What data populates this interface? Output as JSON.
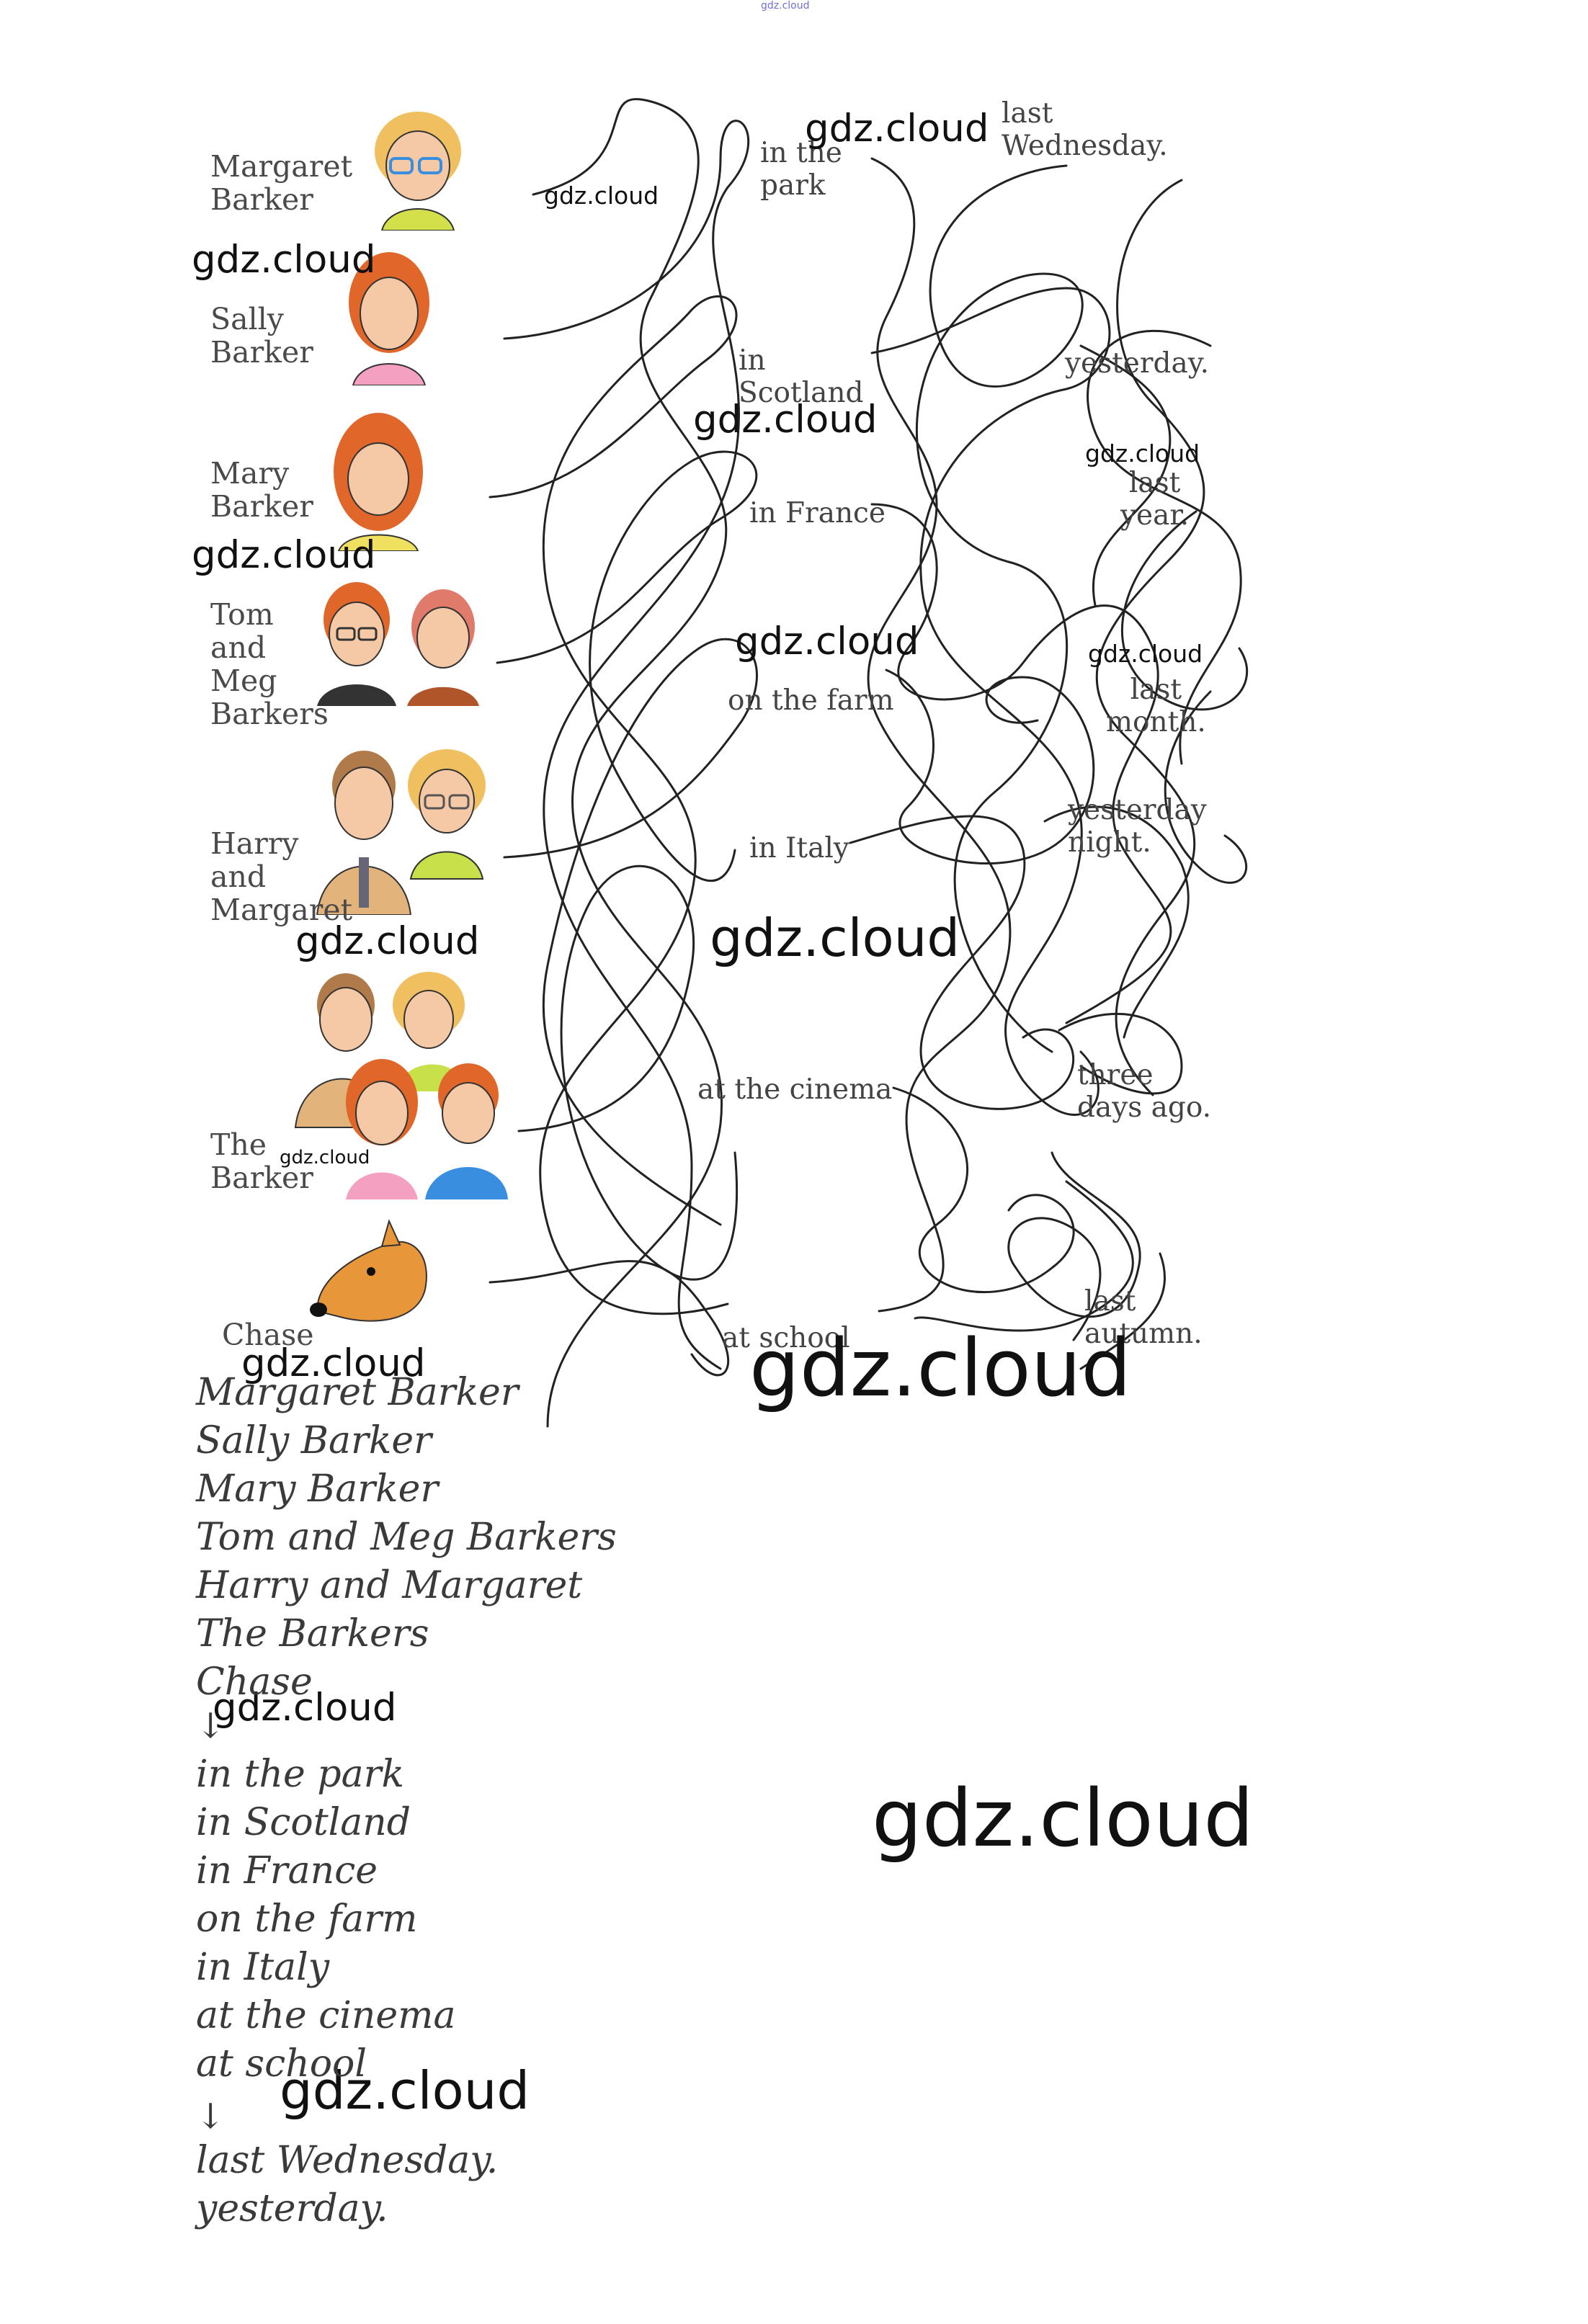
{
  "header_mark": "gdz.cloud",
  "people": [
    "Margaret\nBarker",
    "Sally\nBarker",
    "Mary\nBarker",
    "Tom\nand\nMeg\nBarkers",
    "Harry\nand\nMargaret",
    "The\nBarker",
    "Chase"
  ],
  "places": [
    "in the\npark",
    "in\nScotland",
    "in France",
    "on the farm",
    "in Italy",
    "at the cinema",
    "at school"
  ],
  "times": [
    "last\nWednesday.",
    "yesterday.",
    "last\nyear.",
    "last\nmonth.",
    "yesterday\nnight.",
    "three\ndays ago.",
    "last\nautumn."
  ],
  "watermark": "gdz.cloud",
  "answers": {
    "people": [
      "Margaret Barker",
      "Sally Barker",
      "Mary Barker",
      "Tom and Meg Barkers",
      "Harry and Margaret",
      "The Barkers",
      "Chase"
    ],
    "arrow": "↓",
    "places": [
      "in the park",
      "in Scotland",
      "in France",
      "on the farm",
      "in Italy",
      "at the cinema",
      "at school"
    ],
    "arrow2": "↓",
    "times": [
      "last Wednesday.",
      "yesterday."
    ]
  },
  "illustration_colors": {
    "line": "#222222",
    "skin": "#f6c9a6",
    "hair_red": "#e0662a",
    "hair_blond": "#f0c060",
    "green": "#c8e04a",
    "blue": "#3a8ee0",
    "dog": "#e8963a"
  }
}
